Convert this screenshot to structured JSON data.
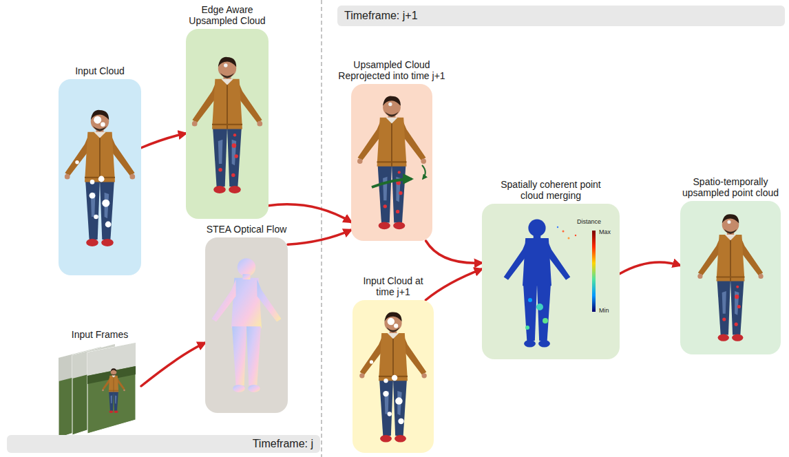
{
  "diagram": {
    "nodes": [
      {
        "text": [
          "Input Cloud"
        ]
      },
      {
        "text": [
          "Edge Aware Upsampled Cloud"
        ]
      },
      {
        "text": [
          "Input Frames"
        ]
      },
      {
        "text": [
          "STEA Optical Flow"
        ]
      },
      {
        "text": [
          "Timeframe: j"
        ]
      },
      {
        "text": [
          "Timeframe: j+1"
        ]
      },
      {
        "text": [
          "Upsampled Cloud Reprojected into time j+1"
        ]
      },
      {
        "text": [
          "Input Cloud at time j+1"
        ]
      },
      {
        "text": [
          "Spatially coherent point cloud merging"
        ]
      },
      {
        "text": [
          "Spatio-temporally upsampled point cloud"
        ]
      }
    ],
    "edges": [
      {
        "from": 0,
        "to": 1,
        "arrow": "to"
      },
      {
        "from": 2,
        "to": 3,
        "arrow": "to"
      },
      {
        "from": 1,
        "to": 6,
        "arrow": "to"
      },
      {
        "from": 3,
        "to": 6,
        "arrow": "to"
      },
      {
        "from": 6,
        "to": 8,
        "arrow": "to"
      },
      {
        "from": 7,
        "to": 8,
        "arrow": "to"
      },
      {
        "from": 8,
        "to": 9,
        "arrow": "to"
      }
    ],
    "labels": [
      "Distance",
      "Max",
      "Min"
    ]
  }
}
